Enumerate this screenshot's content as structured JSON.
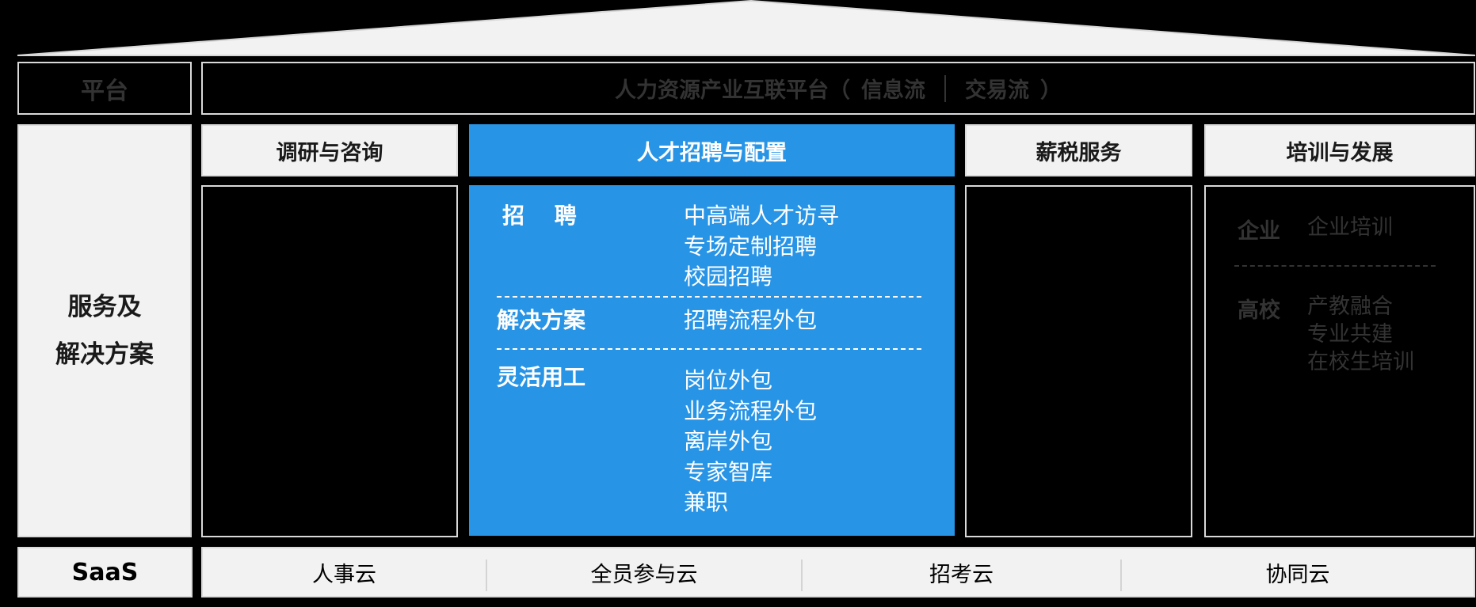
{
  "roof": {
    "fill": "#f2f2f2"
  },
  "platform": {
    "label": "平台",
    "title": "人力资源产业互联平台（",
    "flow_info": "信息流",
    "flow_trade": "交易流",
    "close": "）"
  },
  "services": {
    "label_line1": "服务及",
    "label_line2": "解决方案",
    "columns": [
      {
        "title": "调研与咨询"
      },
      {
        "title": "人才招聘与配置",
        "highlight_color": "#2894e6",
        "groups": [
          {
            "label": "招　 聘",
            "items": [
              "中高端人才访寻",
              "专场定制招聘",
              "校园招聘"
            ]
          },
          {
            "label": "解决方案",
            "items": [
              "招聘流程外包"
            ]
          },
          {
            "label": "灵活用工",
            "items": [
              "岗位外包",
              "业务流程外包",
              "离岸外包",
              "专家智库",
              "兼职"
            ]
          }
        ]
      },
      {
        "title": "薪税服务"
      },
      {
        "title": "培训与发展",
        "groups": [
          {
            "label": "企业",
            "items": [
              "企业培训"
            ]
          },
          {
            "label": "高校",
            "items": [
              "产教融合",
              "专业共建",
              "在校生培训"
            ]
          }
        ]
      }
    ]
  },
  "saas": {
    "label": "SaaS",
    "items": [
      "人事云",
      "全员参与云",
      "招考云",
      "协同云"
    ]
  }
}
